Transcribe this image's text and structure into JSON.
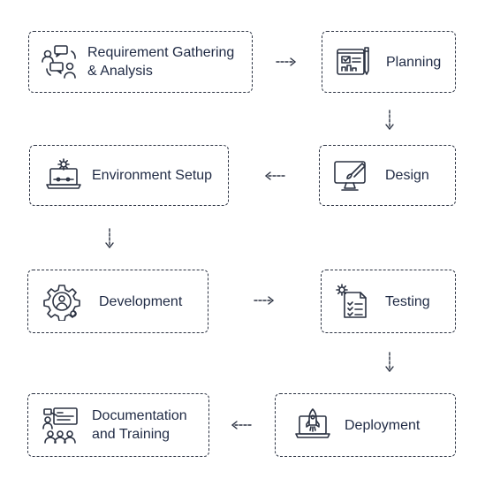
{
  "steps": {
    "requirements": {
      "label": "Requirement Gathering & Analysis",
      "icon": "team-chat-icon"
    },
    "planning": {
      "label": "Planning",
      "icon": "blueprint-icon"
    },
    "design": {
      "label": "Design",
      "icon": "monitor-brush-icon"
    },
    "environment": {
      "label": "Environment Setup",
      "icon": "laptop-gear-icon"
    },
    "development": {
      "label": "Development",
      "icon": "gear-person-icon"
    },
    "testing": {
      "label": "Testing",
      "icon": "checklist-gear-icon"
    },
    "deployment": {
      "label": "Deployment",
      "icon": "laptop-rocket-icon"
    },
    "documentation": {
      "label": "Documentation and Training",
      "icon": "presentation-icon"
    }
  },
  "colors": {
    "stroke": "#2b3242",
    "text": "#1f2a44",
    "background": "#ffffff"
  }
}
